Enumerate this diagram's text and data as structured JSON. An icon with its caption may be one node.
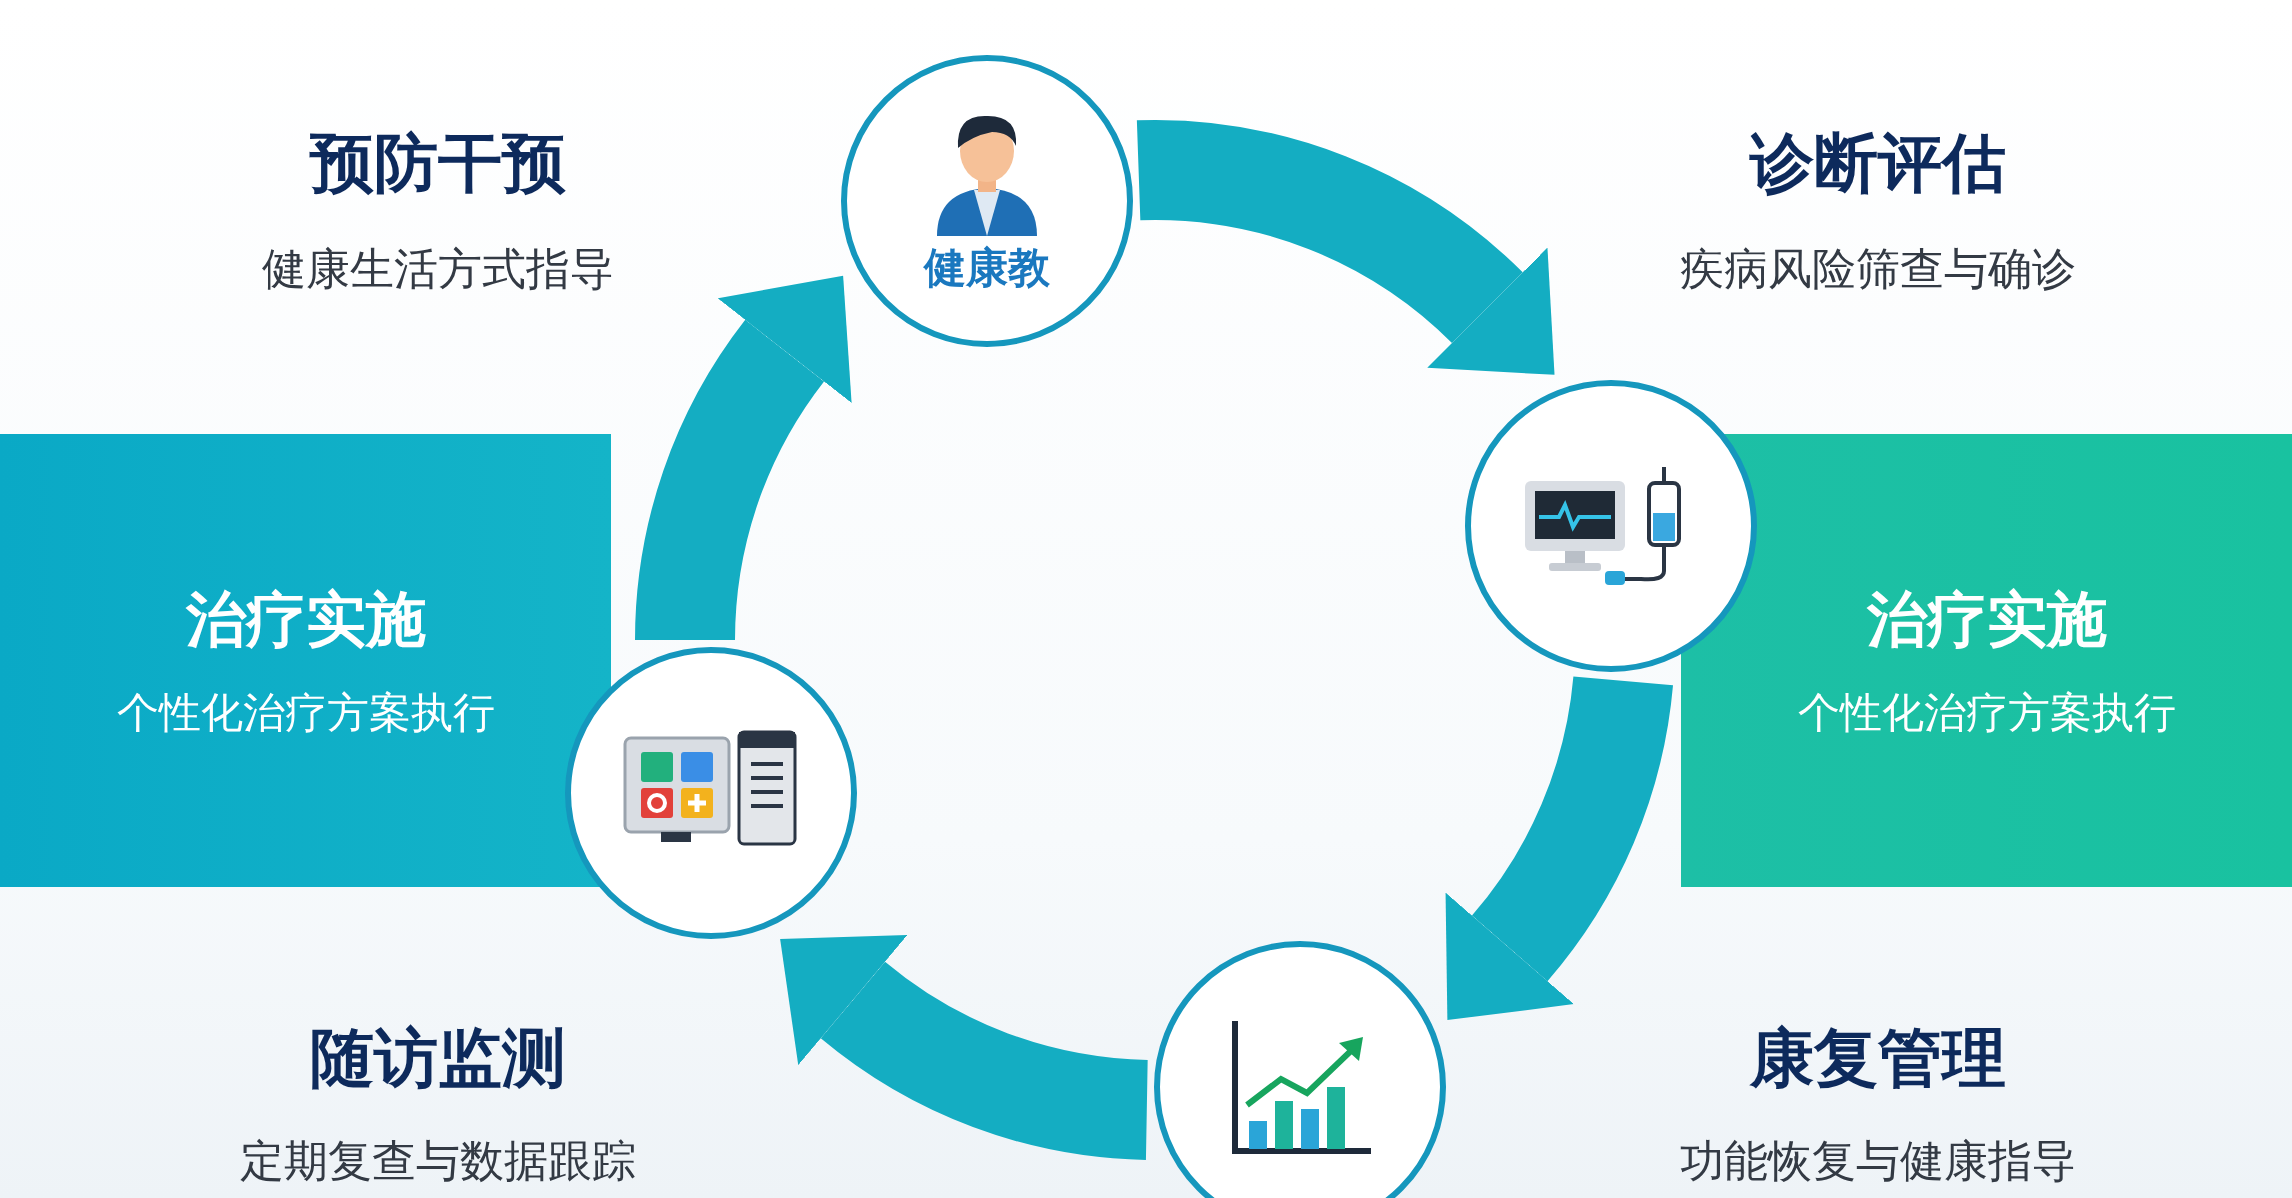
{
  "diagram": {
    "nodes": [
      {
        "text": [
          "健康教"
        ]
      },
      {
        "text": [
          "治疗实施",
          "个性化治疗方案执行"
        ]
      },
      {
        "text": [],
        "shape": "circle"
      },
      {
        "text": [
          "治疗实施",
          "个性化治疗方案执行"
        ]
      },
      {
        "text": [],
        "shape": "circle"
      },
      {
        "text": [],
        "shape": "circle"
      }
    ],
    "edges": [
      {
        "from": 0,
        "to": 2,
        "arrow": "to"
      },
      {
        "from": 2,
        "to": 5,
        "arrow": "to"
      },
      {
        "from": 5,
        "to": 4,
        "arrow": "to"
      },
      {
        "from": 4,
        "to": 0,
        "arrow": "to"
      }
    ],
    "labels": [
      "预防干预",
      "健康生活方式指导",
      "诊断评估",
      "疾病风险筛查与确诊",
      "随访监测",
      "定期复查与数据跟踪",
      "康复管理",
      "功能恢复与健康指导"
    ]
  }
}
